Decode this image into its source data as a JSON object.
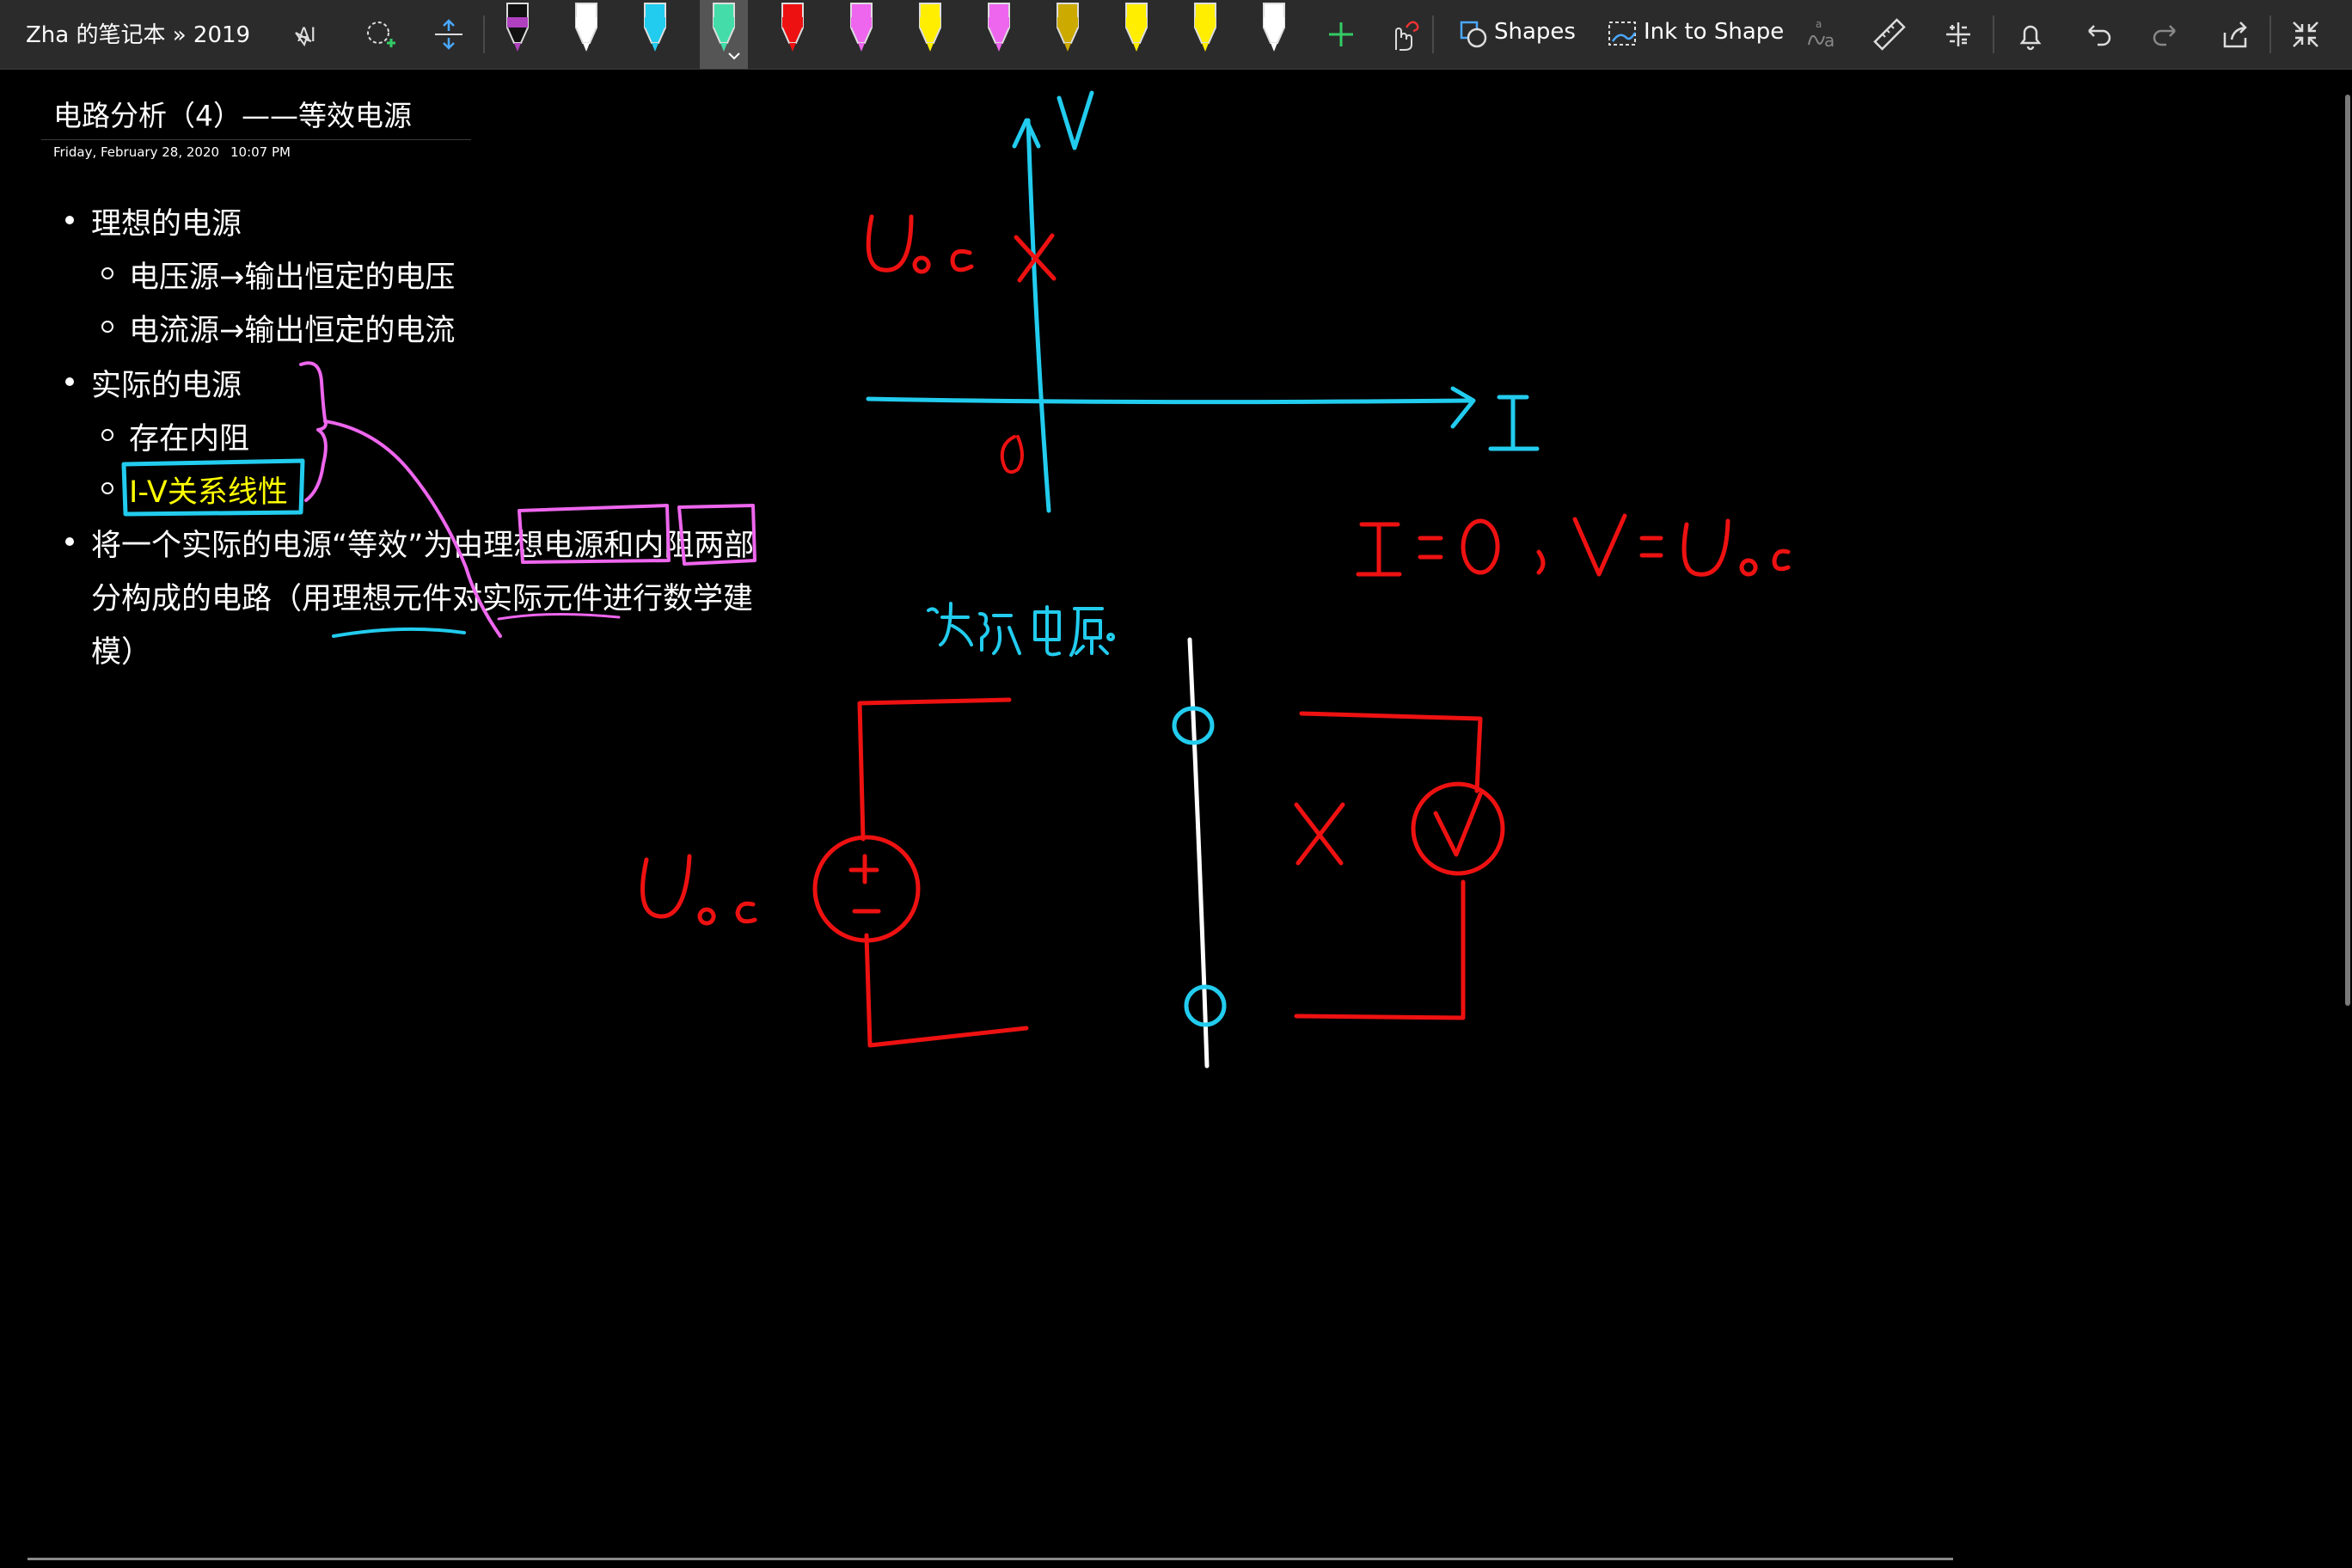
{
  "app": {
    "notebook_title": "Zha 的笔记本 » 2019"
  },
  "toolbar": {
    "pens": [
      {
        "name": "pen-black",
        "color": "#111111",
        "band": "#b040c0",
        "selected": false
      },
      {
        "name": "pen-white",
        "color": "#ffffff",
        "band": "#ffffff",
        "selected": false
      },
      {
        "name": "pen-cyan",
        "color": "#22ccee",
        "band": "#22ccee",
        "selected": false
      },
      {
        "name": "highlighter-green",
        "color": "#44ddaa",
        "band": "#44ddaa",
        "selected": true
      },
      {
        "name": "pen-red",
        "color": "#ee1111",
        "band": "#ee1111",
        "selected": false
      },
      {
        "name": "pen-pink",
        "color": "#ee66ee",
        "band": "#ee66ee",
        "selected": false
      },
      {
        "name": "pen-yellow",
        "color": "#ffee00",
        "band": "#ffee00",
        "selected": false
      },
      {
        "name": "pen-violet",
        "color": "#ee66ee",
        "band": "#ee66ee",
        "selected": false
      },
      {
        "name": "pen-gold",
        "color": "#ccaa00",
        "band": "#ccaa00",
        "selected": false
      },
      {
        "name": "highlighter-yellow",
        "color": "#ffee00",
        "band": "#ffee00",
        "selected": false
      },
      {
        "name": "pen-yellow-2",
        "color": "#ffee00",
        "band": "#ffee00",
        "selected": false
      },
      {
        "name": "pen-white-2",
        "color": "#ffffff",
        "band": "#ffffff",
        "selected": false
      }
    ],
    "shapes_label": "Shapes",
    "ink_to_shape_label": "Ink to Shape"
  },
  "page": {
    "title": "电路分析（4）——等效电源",
    "date": "Friday, February 28, 2020",
    "time": "10:07 PM",
    "outline": {
      "b1": "理想的电源",
      "b1_s1": "电压源→输出恒定的电压",
      "b1_s2": "电流源→输出恒定的电流",
      "b2": "实际的电源",
      "b2_s1": "存在内阻",
      "b2_s2": "I-V关系线性",
      "b3_l1": "将一个实际的电源“等效”为由理想电源和内阻两部",
      "b3_l2": "分构成的电路（用理想元件对实际元件进行数学建",
      "b3_l3": "模）"
    }
  },
  "ink": {
    "axis_v": "V",
    "axis_i": "I",
    "uoc_label": "Uoc",
    "origin": "0",
    "equation": "I=0，V=Uoc",
    "real_source": "实际电源",
    "source_label": "Uoc",
    "colors": {
      "cyan": "#22ccee",
      "red": "#ee1111",
      "pink": "#ee66ee",
      "white": "#ffffff",
      "yellow": "#ffff00"
    }
  }
}
